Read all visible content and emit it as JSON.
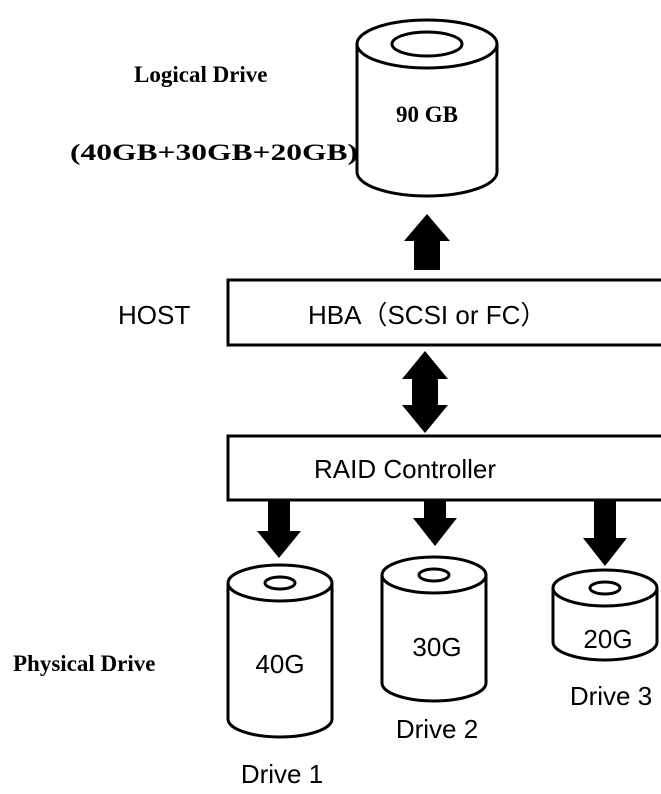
{
  "logical_drive": {
    "title": "Logical Drive",
    "composition": "(40GB+30GB+20GB)",
    "capacity": "90 GB"
  },
  "host": {
    "label": "HOST",
    "hba_label": "HBA（SCSI or FC）"
  },
  "raid": {
    "label": "RAID Controller"
  },
  "physical": {
    "title": "Physical Drive",
    "drives": [
      {
        "capacity": "40G",
        "name": "Drive 1"
      },
      {
        "capacity": "30G",
        "name": "Drive 2"
      },
      {
        "capacity": "20G",
        "name": "Drive 3"
      }
    ]
  },
  "colors": {
    "stroke": "#000000",
    "fill": "#ffffff"
  }
}
